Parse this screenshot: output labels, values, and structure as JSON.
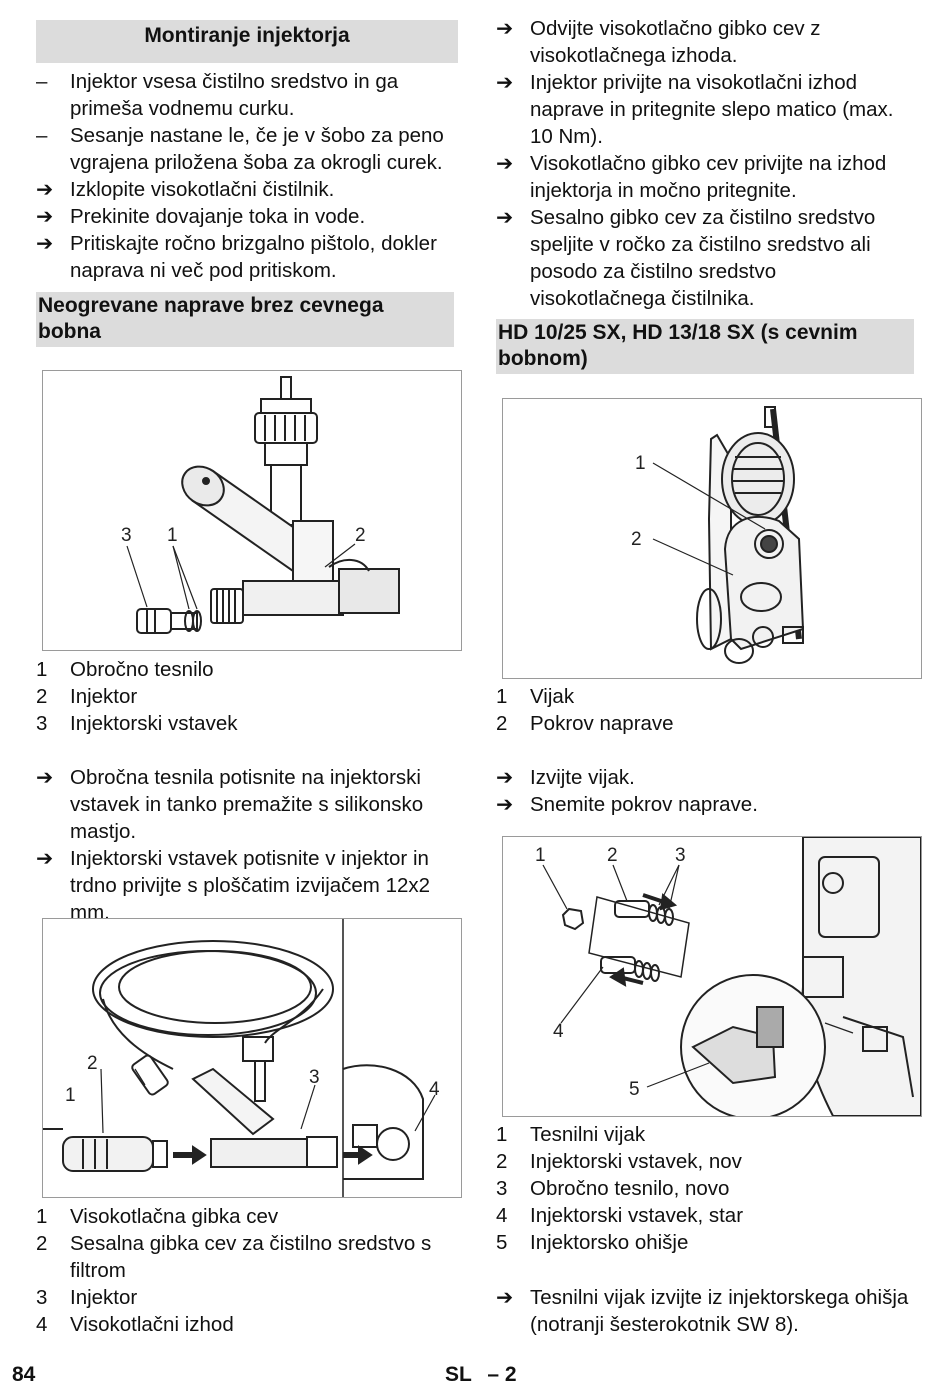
{
  "left": {
    "title1": "Montiranje injektorja",
    "intro_items": [
      {
        "marker": "–",
        "text": "Injektor vsesa čistilno sredstvo in ga primeša vodnemu curku."
      },
      {
        "marker": "–",
        "text": "Sesanje nastane le, če je v šobo za peno vgrajena priložena šoba za okrogli curek."
      },
      {
        "marker": "➔",
        "text": "Izklopite visokotlačni čistilnik."
      },
      {
        "marker": "➔",
        "text": "Prekinite dovajanje toka in vode."
      },
      {
        "marker": "➔",
        "text": "Pritiskajte ročno brizgalno pištolo, dokler naprava ni več pod pritiskom."
      }
    ],
    "title2": "Neogrevane naprave brez cevnega bobna",
    "fig1_labels": [
      "3",
      "1",
      "2"
    ],
    "legend1": [
      {
        "num": "1",
        "text": "Obročno tesnilo"
      },
      {
        "num": "2",
        "text": "Injektor"
      },
      {
        "num": "3",
        "text": "Injektorski vstavek"
      }
    ],
    "steps1": [
      {
        "marker": "➔",
        "text": "Obročna tesnila potisnite na injektorski vstavek in tanko premažite s silikonsko mastjo."
      },
      {
        "marker": "➔",
        "text": "Injektorski vstavek potisnite v injektor in trdno privijte s ploščatim izvijačem 12x2 mm."
      }
    ],
    "fig2_labels": [
      "2",
      "1",
      "3",
      "4"
    ],
    "legend2": [
      {
        "num": "1",
        "text": "Visokotlačna gibka cev"
      },
      {
        "num": "2",
        "text": "Sesalna gibka cev za čistilno sredstvo s filtrom"
      },
      {
        "num": "3",
        "text": "Injektor"
      },
      {
        "num": "4",
        "text": "Visokotlačni izhod"
      }
    ]
  },
  "right": {
    "steps_top": [
      {
        "marker": "➔",
        "text": "Odvijte visokotlačno gibko cev z visokotlačnega izhoda."
      },
      {
        "marker": "➔",
        "text": "Injektor privijte na visokotlačni izhod naprave in pritegnite slepo matico (max. 10 Nm)."
      },
      {
        "marker": "➔",
        "text": "Visokotlačno gibko cev privijte na izhod injektorja in močno pritegnite."
      },
      {
        "marker": "➔",
        "text": "Sesalno gibko cev za čistilno sredstvo speljite v ročko za čistilno sredstvo ali posodo za čistilno sredstvo visokotlačnega čistilnika."
      }
    ],
    "title3": "HD 10/25 SX, HD 13/18 SX (s cevnim bobnom)",
    "fig3_labels": [
      "1",
      "2"
    ],
    "legend3": [
      {
        "num": "1",
        "text": "Vijak"
      },
      {
        "num": "2",
        "text": "Pokrov naprave"
      }
    ],
    "steps2": [
      {
        "marker": "➔",
        "text": "Izvijte vijak."
      },
      {
        "marker": "➔",
        "text": "Snemite pokrov naprave."
      }
    ],
    "fig4_labels": [
      "1",
      "2",
      "3",
      "4",
      "5"
    ],
    "legend4": [
      {
        "num": "1",
        "text": "Tesnilni vijak"
      },
      {
        "num": "2",
        "text": "Injektorski vstavek, nov"
      },
      {
        "num": "3",
        "text": "Obročno tesnilo, novo"
      },
      {
        "num": "4",
        "text": "Injektorski vstavek, star"
      },
      {
        "num": "5",
        "text": "Injektorsko ohišje"
      }
    ],
    "steps3": [
      {
        "marker": "➔",
        "text": "Tesnilni vijak izvijte iz injektorskega ohišja (notranji šesterokotnik SW 8)."
      }
    ]
  },
  "footer": {
    "page_number": "84",
    "section": "SL",
    "dash": "–",
    "section_page": "2"
  }
}
